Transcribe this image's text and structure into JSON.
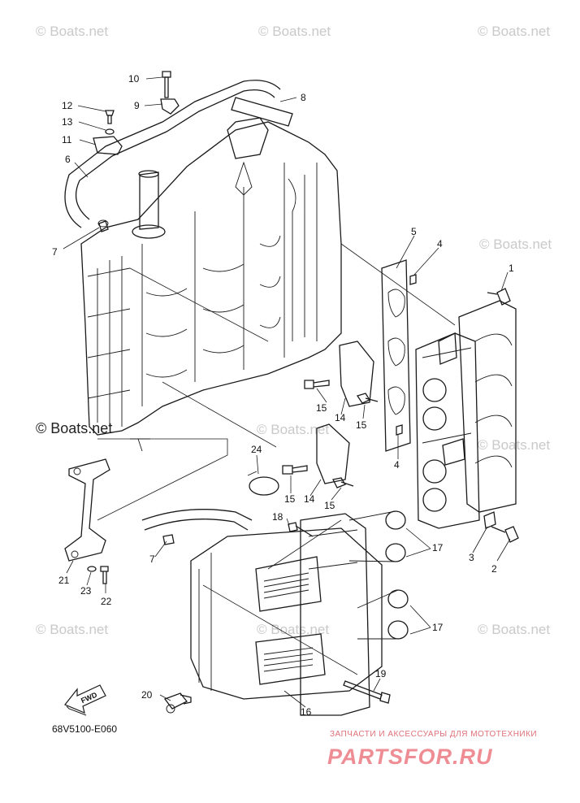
{
  "watermark": {
    "text": "© Boats.net",
    "main_text": "© Boats.net"
  },
  "callouts": [
    {
      "num": "1"
    },
    {
      "num": "2"
    },
    {
      "num": "3"
    },
    {
      "num": "4"
    },
    {
      "num": "4"
    },
    {
      "num": "5"
    },
    {
      "num": "6"
    },
    {
      "num": "7"
    },
    {
      "num": "7"
    },
    {
      "num": "8"
    },
    {
      "num": "9"
    },
    {
      "num": "10"
    },
    {
      "num": "11"
    },
    {
      "num": "12"
    },
    {
      "num": "13"
    },
    {
      "num": "14"
    },
    {
      "num": "14"
    },
    {
      "num": "15"
    },
    {
      "num": "15"
    },
    {
      "num": "15"
    },
    {
      "num": "15"
    },
    {
      "num": "16"
    },
    {
      "num": "17"
    },
    {
      "num": "17"
    },
    {
      "num": "18"
    },
    {
      "num": "19"
    },
    {
      "num": "20"
    },
    {
      "num": "21"
    },
    {
      "num": "22"
    },
    {
      "num": "23"
    },
    {
      "num": "24"
    }
  ],
  "fwd_label": "FWD",
  "diagram_code": "68V5100-E060",
  "branding": {
    "tagline": "ЗАПЧАСТИ И АКСЕССУАРЫ ДЛЯ МОТОТЕХНИКИ",
    "logo": "PARTSFOR.RU"
  }
}
